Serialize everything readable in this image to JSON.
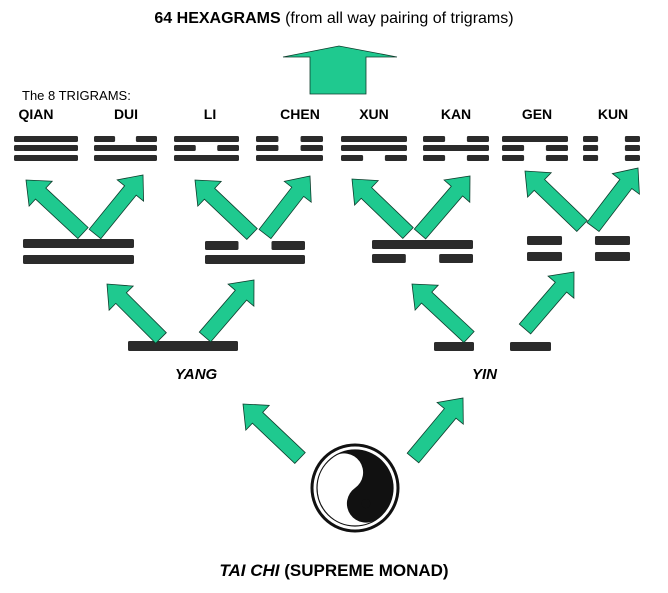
{
  "title": {
    "bold": "64 HEXAGRAMS",
    "rest": " (from all way pairing of trigrams)"
  },
  "trigrams_label": "The 8 TRIGRAMS:",
  "trigrams": [
    {
      "name": "QIAN",
      "lines_top_to_bottom": [
        "yang",
        "yang",
        "yang"
      ]
    },
    {
      "name": "DUI",
      "lines_top_to_bottom": [
        "yin",
        "yang",
        "yang"
      ]
    },
    {
      "name": "LI",
      "lines_top_to_bottom": [
        "yang",
        "yin",
        "yang"
      ]
    },
    {
      "name": "CHEN",
      "lines_top_to_bottom": [
        "yin",
        "yin",
        "yang"
      ]
    },
    {
      "name": "XUN",
      "lines_top_to_bottom": [
        "yang",
        "yang",
        "yin"
      ]
    },
    {
      "name": "KAN",
      "lines_top_to_bottom": [
        "yin",
        "yang",
        "yin"
      ]
    },
    {
      "name": "GEN",
      "lines_top_to_bottom": [
        "yang",
        "yin",
        "yin"
      ]
    },
    {
      "name": "KUN",
      "lines_top_to_bottom": [
        "yin",
        "yin",
        "yin"
      ]
    }
  ],
  "digrams": [
    {
      "lines_top_to_bottom": [
        "yang",
        "yang"
      ]
    },
    {
      "lines_top_to_bottom": [
        "yin",
        "yang"
      ]
    },
    {
      "lines_top_to_bottom": [
        "yang",
        "yin"
      ]
    },
    {
      "lines_top_to_bottom": [
        "yin",
        "yin"
      ]
    }
  ],
  "monograms": {
    "yang": {
      "label": "YANG",
      "line": "yang"
    },
    "yin": {
      "label": "YIN",
      "line": "yin"
    }
  },
  "footer": {
    "italic": "TAI CHI",
    "rest": " (SUPREME MONAD)"
  },
  "colors": {
    "arrow_fill": "#1fc98f",
    "arrow_stroke": "#0d3d2c",
    "line_color": "#2b2b2b",
    "yin_yang_dark": "#111111",
    "yin_yang_light": "#ffffff"
  }
}
